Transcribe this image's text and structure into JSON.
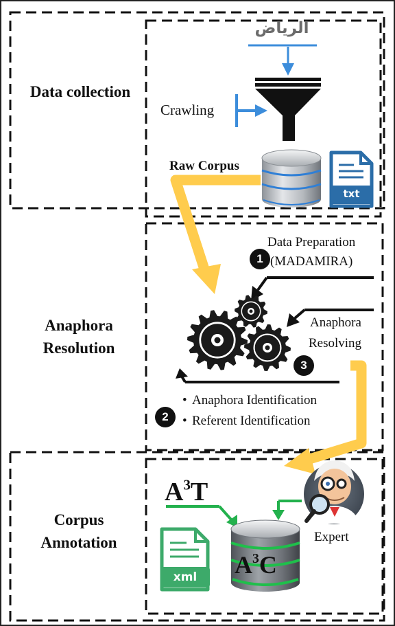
{
  "sections": {
    "data_collection": "Data collection",
    "anaphora_resolution": {
      "line1": "Anaphora",
      "line2": "Resolution"
    },
    "corpus_annotation": {
      "line1": "Corpus",
      "line2": "Annotation"
    }
  },
  "data_collection": {
    "source_logo_text": "الرياض",
    "crawling_label": "Crawling",
    "raw_corpus_label": "Raw Corpus",
    "file_type": "txt"
  },
  "anaphora": {
    "step1_number": "1",
    "step1_line1": "Data Preparation",
    "step1_line2": "(MADAMIRA)",
    "step3_number": "3",
    "step3_line1": "Anaphora",
    "step3_line2": "Resolving",
    "step2_number": "2",
    "step2_bullets": [
      "Anaphora Identification",
      "Referent Identification"
    ]
  },
  "annotation": {
    "tool_label": "A",
    "tool_sup": "3",
    "tool_suffix": "T",
    "corpus_label": "A",
    "corpus_sup": "3",
    "corpus_suffix": "C",
    "expert_label": "Expert",
    "file_type": "xml"
  },
  "colors": {
    "flow_arrow": "#FFCC4D",
    "blue_arrow": "#3C8DDB",
    "green_arrow": "#23B14D",
    "gear": "#1A1A1A",
    "xml_file": "#3DAA6A",
    "txt_file": "#2B6DA8"
  }
}
